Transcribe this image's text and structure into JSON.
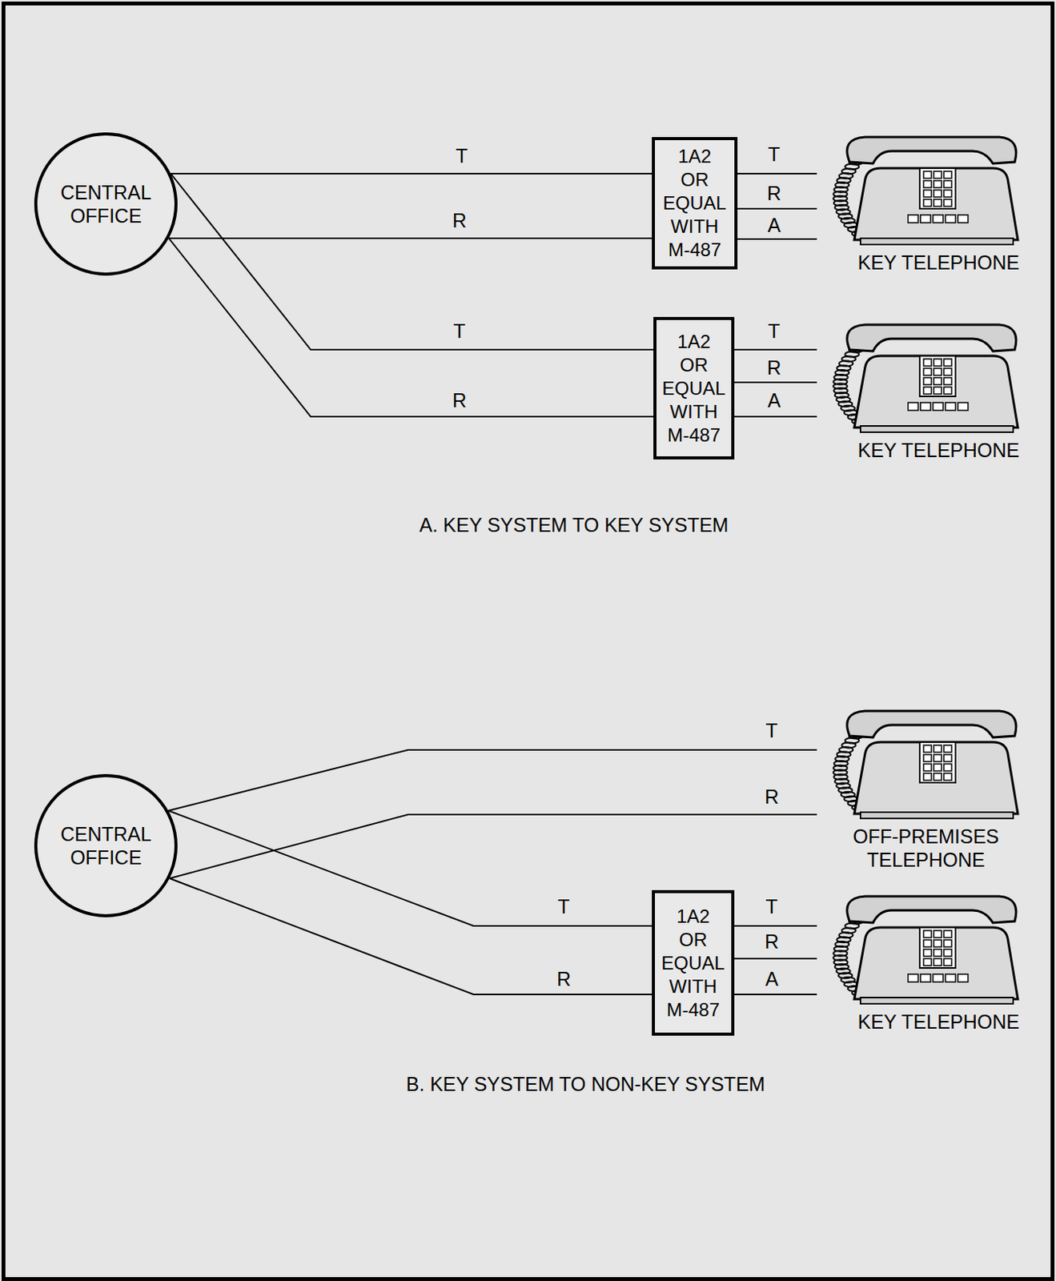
{
  "diagram": {
    "nodes": [
      {
        "text": [
          "CENTRAL OFFICE"
        ]
      },
      {
        "text": [
          "1A2 OR EQUAL WITH M-487"
        ]
      },
      {
        "text": [
          "KEY TELEPHONE"
        ]
      },
      {
        "text": [
          "1A2 OR EQUAL WITH M-487"
        ]
      },
      {
        "text": [
          "KEY TELEPHONE"
        ]
      },
      {
        "text": [
          "CENTRAL OFFICE"
        ]
      },
      {
        "text": [
          "OFF-PREMISES TELEPHONE"
        ]
      },
      {
        "text": [
          "1A2 OR EQUAL WITH M-487"
        ]
      },
      {
        "text": [
          "KEY TELEPHONE"
        ]
      }
    ],
    "edges": [
      {
        "from": 0,
        "to": 1,
        "label": "T",
        "arrow": "none"
      },
      {
        "from": 0,
        "to": 1,
        "label": "R",
        "arrow": "none"
      },
      {
        "from": 1,
        "to": 2,
        "label": "T",
        "arrow": "none"
      },
      {
        "from": 1,
        "to": 2,
        "label": "R",
        "arrow": "none"
      },
      {
        "from": 1,
        "to": 2,
        "label": "A",
        "arrow": "none"
      },
      {
        "from": 0,
        "to": 3,
        "label": "T",
        "arrow": "none"
      },
      {
        "from": 0,
        "to": 3,
        "label": "R",
        "arrow": "none"
      },
      {
        "from": 3,
        "to": 4,
        "label": "T",
        "arrow": "none"
      },
      {
        "from": 3,
        "to": 4,
        "label": "R",
        "arrow": "none"
      },
      {
        "from": 3,
        "to": 4,
        "label": "A",
        "arrow": "none"
      },
      {
        "from": 5,
        "to": 6,
        "label": "T",
        "arrow": "none"
      },
      {
        "from": 5,
        "to": 6,
        "label": "R",
        "arrow": "none"
      },
      {
        "from": 5,
        "to": 7,
        "label": "T",
        "arrow": "none"
      },
      {
        "from": 5,
        "to": 7,
        "label": "R",
        "arrow": "none"
      },
      {
        "from": 7,
        "to": 8,
        "label": "T",
        "arrow": "none"
      },
      {
        "from": 7,
        "to": 8,
        "label": "R",
        "arrow": "none"
      },
      {
        "from": 7,
        "to": 8,
        "label": "A",
        "arrow": "none"
      }
    ],
    "labels": [
      "A. KEY SYSTEM TO KEY SYSTEM",
      "B. KEY SYSTEM TO NON-KEY SYSTEM"
    ]
  }
}
